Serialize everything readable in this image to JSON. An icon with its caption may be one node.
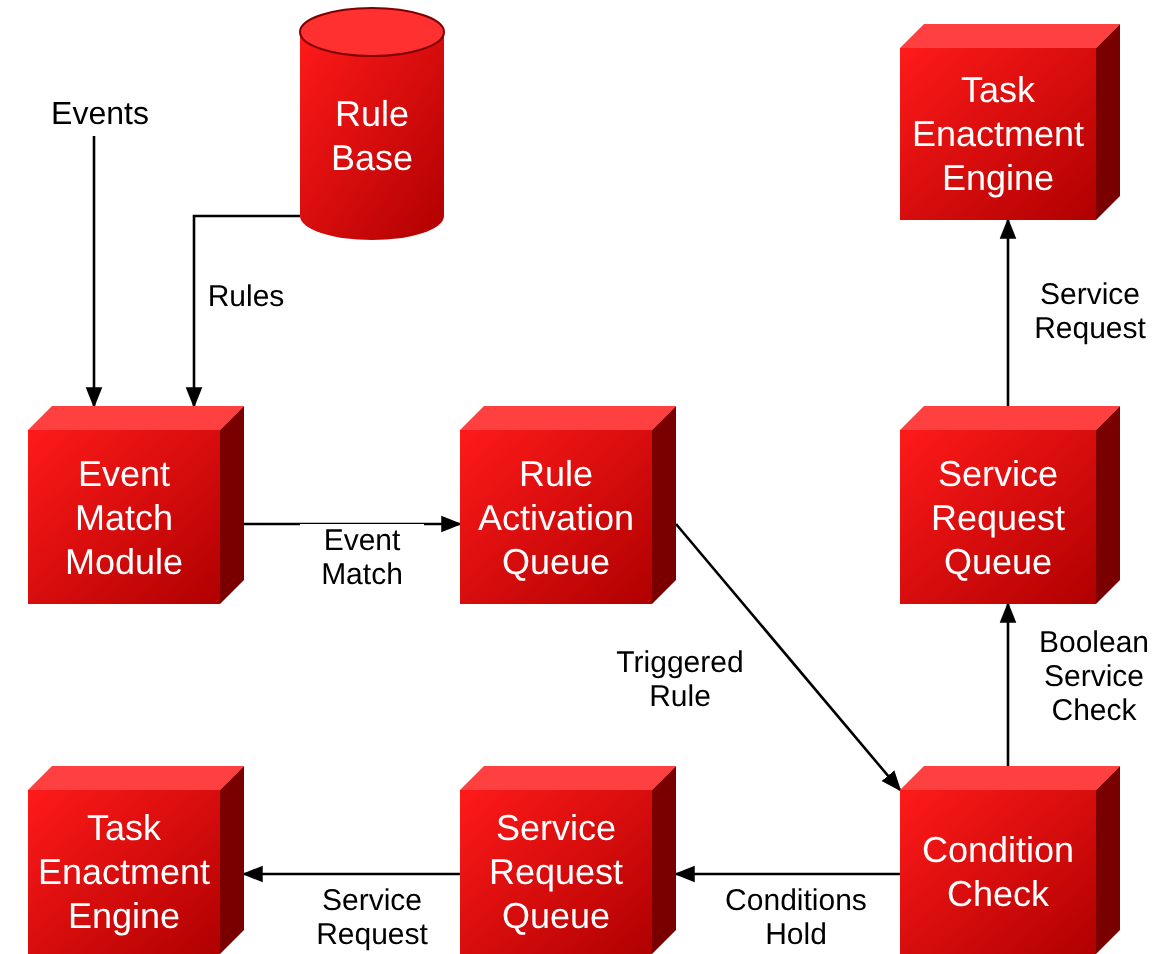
{
  "diagram": {
    "nodes": [
      {
        "text": [
          "Events"
        ]
      },
      {
        "text": [
          "Rule Base"
        ]
      },
      {
        "text": [
          "Task Enactment Engine"
        ]
      },
      {
        "text": [
          "Event Match Module"
        ]
      },
      {
        "text": [
          "Rule Activation Queue"
        ]
      },
      {
        "text": [
          "Service Request Queue"
        ]
      },
      {
        "text": [
          "Condition Check"
        ]
      },
      {
        "text": [
          "Service Request Queue"
        ]
      },
      {
        "text": [
          "Task Enactment Engine"
        ]
      }
    ],
    "edges": [
      {
        "from": 0,
        "to": 3,
        "arrow": "to"
      },
      {
        "from": 1,
        "to": 3,
        "label": "Rules",
        "arrow": "to"
      },
      {
        "from": 3,
        "to": 4,
        "label": "Event Match",
        "arrow": "to"
      },
      {
        "from": 4,
        "to": 6,
        "label": "Triggered Rule",
        "arrow": "to"
      },
      {
        "from": 6,
        "to": 5,
        "label": "Boolean Service Check",
        "arrow": "to"
      },
      {
        "from": 5,
        "to": 2,
        "label": "Service Request",
        "arrow": "to"
      },
      {
        "from": 6,
        "to": 7,
        "label": "Conditions Hold",
        "arrow": "to"
      },
      {
        "from": 7,
        "to": 8,
        "label": "Service Request",
        "arrow": "to"
      }
    ]
  }
}
